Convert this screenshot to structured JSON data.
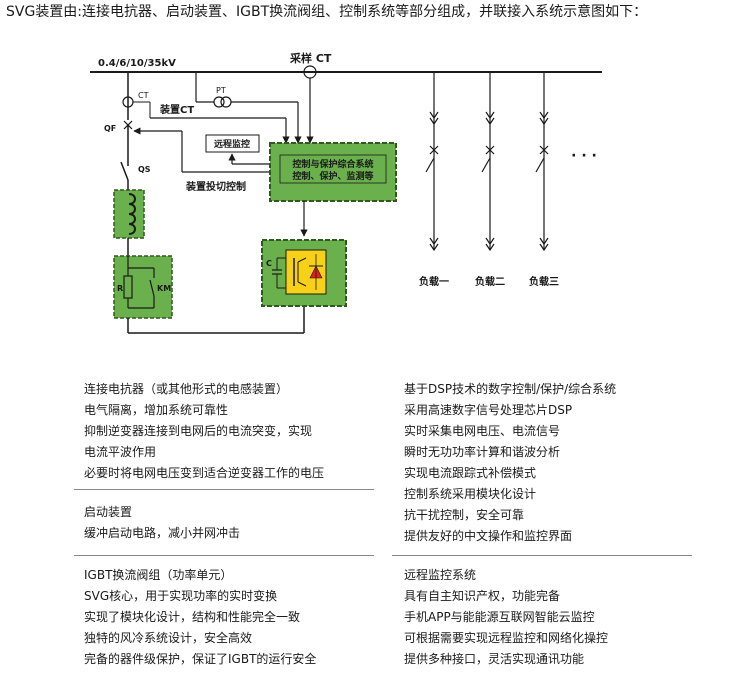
{
  "intro": "SVG装置由:连接电抗器、启动装置、IGBT换流阀组、控制系统等部分组成，并联接入系统示意图如下：",
  "diagram": {
    "bus_label": "0.4/6/10/35kV",
    "sampling_ct_label": "采样 CT",
    "ct_label": "CT",
    "pt_label": "PT",
    "device_ct_label": "装置CT",
    "qf_label": "QF",
    "qs_label": "QS",
    "remote_monitor_label": "远程监控",
    "control_system_lines": [
      "控制与保护综合系统",
      "控制、保护、监测等"
    ],
    "switch_control_label": "装置投切控制",
    "r_label": "R",
    "km_label": "KM",
    "c_label": "C",
    "loads": [
      "负载一",
      "负载二",
      "负载三"
    ],
    "ellipsis": "· · ·",
    "colors": {
      "green": "#6ab04c",
      "green_border": "#2f5a1e",
      "yellow": "#f7d117",
      "red": "#e02020"
    }
  },
  "sections": {
    "reactor": {
      "title": "连接电抗器（或其他形式的电感装置）",
      "lines": [
        "电气隔离，增加系统可靠性",
        "抑制逆变器连接到电网后的电流突变，实现",
        "电流平波作用",
        "必要时将电网电压变到适合逆变器工作的电压"
      ]
    },
    "startup": {
      "title": "启动装置",
      "lines": [
        "缓冲启动电路，减小并网冲击"
      ]
    },
    "igbt": {
      "title": "IGBT换流阀组（功率单元）",
      "lines": [
        "SVG核心，用于实现功率的实时变换",
        "实现了模块化设计，结构和性能完全一致",
        "独特的风冷系统设计，安全高效",
        "完备的器件级保护，保证了IGBT的运行安全"
      ]
    },
    "dsp": {
      "title": "基于DSP技术的数字控制/保护/综合系统",
      "lines": [
        "采用高速数字信号处理芯片DSP",
        "实时采集电网电压、电流信号",
        "瞬时无功功率计算和谐波分析",
        "实现电流跟踪式补偿模式",
        "控制系统采用模块化设计",
        "抗干扰控制，安全可靠",
        "提供友好的中文操作和监控界面"
      ]
    },
    "remote": {
      "title": "远程监控系统",
      "lines": [
        "具有自主知识产权，功能完备",
        "手机APP与能能源互联网智能云监控",
        "可根据需要实现远程监控和网络化操控",
        "提供多种接口，灵活实现通讯功能"
      ]
    }
  }
}
